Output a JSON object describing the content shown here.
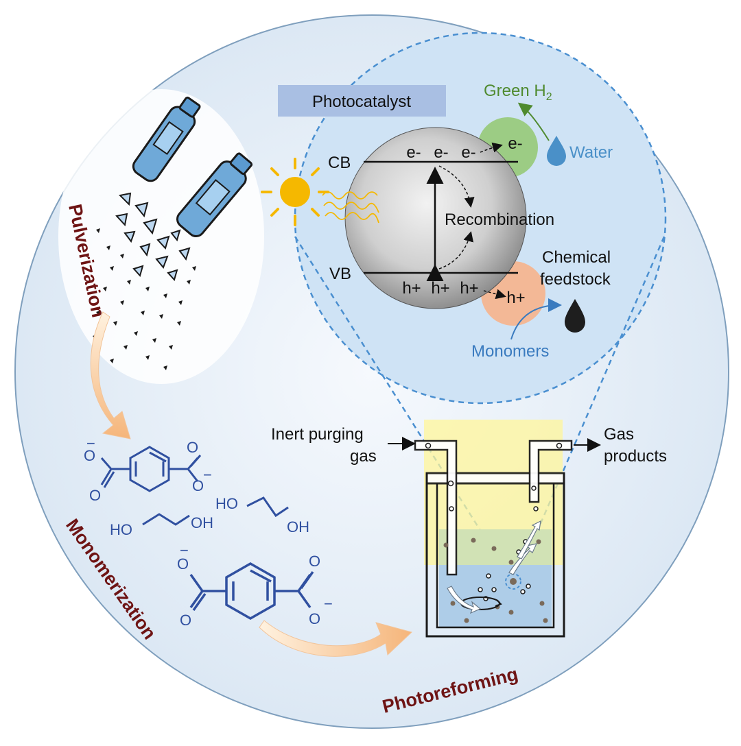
{
  "stages": {
    "pulverization": "Pulverization",
    "monomerization": "Monomerization",
    "photoreforming": "Photoreforming"
  },
  "photocatalyst": {
    "title": "Photocatalyst",
    "cb": "CB",
    "vb": "VB",
    "electron": "e-",
    "hole": "h+",
    "recombination": "Recombination"
  },
  "products": {
    "green_h2_prefix": "Green H",
    "green_h2_sub": "2",
    "water": "Water",
    "chemical": "Chemical",
    "feedstock": "feedstock",
    "monomers": "Monomers"
  },
  "reactor": {
    "inlet_line1": "Inert purging",
    "inlet_line2": "gas",
    "outlet_line1": "Gas",
    "outlet_line2": "products"
  },
  "chemistry": {
    "oxygen": "O",
    "charge": "−",
    "ho": "HO",
    "oh": "OH"
  },
  "colors": {
    "stage_title": "#6e1414",
    "outer_circle": "#e8f0f8",
    "inner_circle": "#cfe3f5",
    "photocatalyst_banner": "#a9bfe3",
    "electron_particle": "#9ccc84",
    "hole_particle": "#f3b896",
    "green_h2": "#4f8a2f",
    "water": "#4a90c8",
    "monomers": "#3a7bbf",
    "sun": "#f5b800",
    "molecule": "#3050a0",
    "light": "#fff59a",
    "liquid": "#aecde8"
  }
}
